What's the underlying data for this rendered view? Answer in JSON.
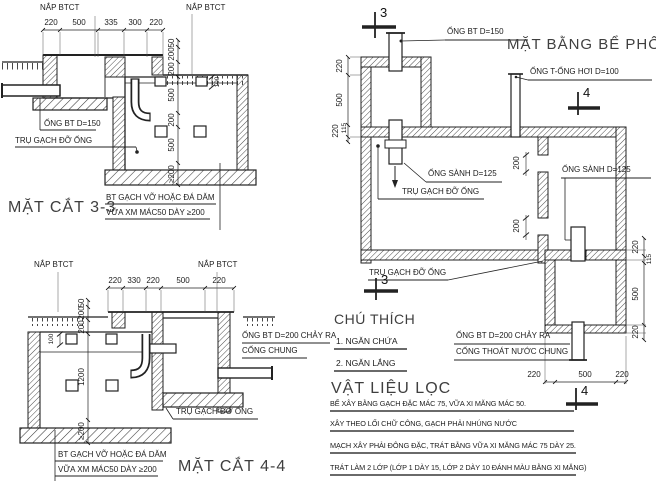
{
  "sections": {
    "s33": {
      "title": "MẶT CẮT 3-3",
      "lid_left": "NẮP BTCT",
      "lid_right": "NẮP BTCT",
      "dims_top": [
        "220",
        "500",
        "335",
        "300",
        "220"
      ],
      "dims_left": [
        "50",
        "200",
        "200",
        "500",
        "200",
        "500",
        "≥200"
      ],
      "dim_opening": "100",
      "inlet_pipe": "ỐNG BT D=150",
      "pillar": "TRỤ GẠCH ĐỠ ỐNG",
      "found_note1": "BT GẠCH VỠ HOẶC ĐÁ DĂM",
      "found_note2": "VỮA XM MÁC50 DÀY ≥200"
    },
    "s44": {
      "title": "MẶT CẮT 4-4",
      "lid_left": "NẮP BTCT",
      "lid_right": "NẮP BTCT",
      "dims_top": [
        "220",
        "330",
        "220",
        "500",
        "220"
      ],
      "dims_left": [
        "50",
        "200",
        "200",
        "1200",
        "≥200"
      ],
      "dim_opening": "100",
      "outlet_pipe1": "ỐNG BT D=200 CHẢY RA",
      "outlet_pipe2": "CỐNG CHUNG",
      "pillar": "TRỤ GẠCH ĐỠ ỐNG",
      "found_note1": "BT GẠCH VỠ HOẶC ĐÁ DĂM",
      "found_note2": "VỮA XM MÁC50 DÀY ≥200"
    },
    "plan": {
      "title": "MẶT BẰNG BỂ PHỐT",
      "marker3": "3",
      "marker4": "4",
      "inlet_pipe": "ỐNG BT D=150",
      "vent_pipe": "ỐNG T-ỐNG HƠI D=100",
      "clay_pipe_left": "ỐNG SÀNH D=125",
      "pillar_left": "TRỤ GẠCH ĐỠ ỐNG",
      "clay_pipe_right": "ỐNG SÀNH D=125",
      "pillar_bottom": "TRỤ GẠCH ĐỠ ỐNG",
      "outlet_line1": "ỐNG BT D=200 CHẢY RA",
      "outlet_line2": "CỐNG THOÁT NƯỚC CHUNG",
      "dims_left": [
        "220",
        "500",
        "220",
        "115"
      ],
      "dims_right": [
        "220",
        "115",
        "500",
        "220"
      ],
      "dims_bottom": [
        "220",
        "500",
        "220"
      ],
      "gap_dims": [
        "200",
        "200"
      ]
    },
    "legend": {
      "title": "CHÚ THÍCH",
      "items": [
        "1. NGĂN CHỨA",
        "2. NGĂN LẮNG"
      ]
    },
    "materials": {
      "title": "VẬT LIỆU LỌC",
      "lines": [
        "BỂ XÂY BẰNG GẠCH ĐẶC MÁC 75, VỮA XI MĂNG MÁC 50.",
        "XÂY THEO LỐI CHỮ CÔNG, GẠCH PHẢI NHÚNG NƯỚC",
        "MẠCH XÂY PHẢI ĐÔNG ĐẶC, TRÁT BẰNG VỮA XI MĂNG MÁC 75 DÀY 25.",
        "TRÁT LÀM 2 LỚP (LỚP 1 DÀY 15, LỚP 2 DÀY 10 ĐÁNH MÀU BẰNG XI MĂNG)"
      ]
    }
  }
}
